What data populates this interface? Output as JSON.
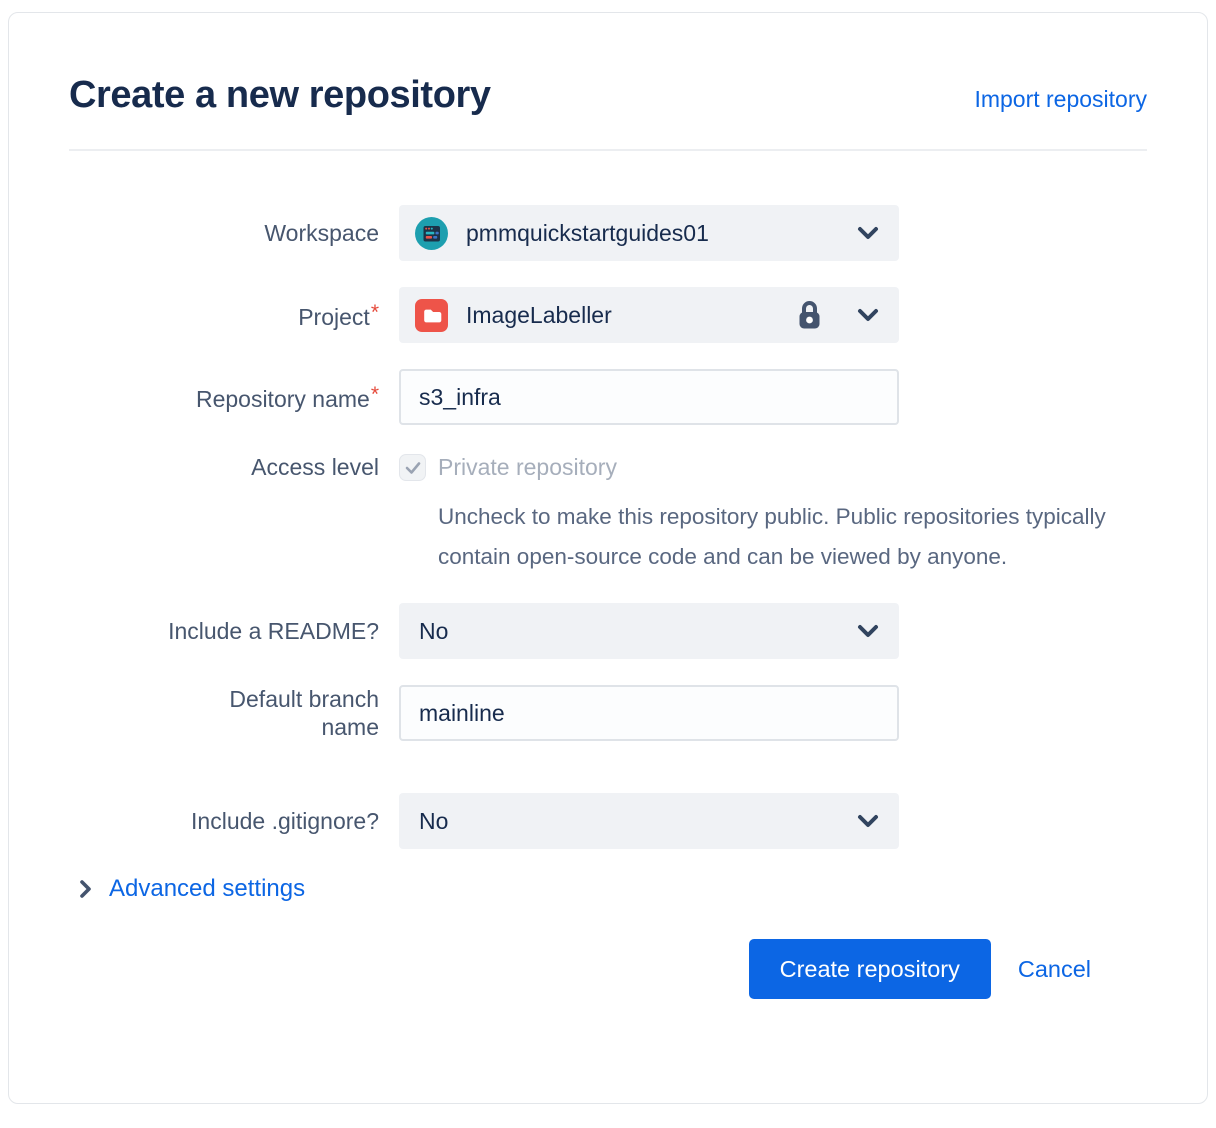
{
  "colors": {
    "accent_blue": "#0C66E4",
    "title_navy": "#172B4D",
    "label_slate": "#47566E",
    "help_slate": "#596780",
    "disabled_gray": "#A6AEBB",
    "required_red": "#E5493A",
    "workspace_avatar_teal": "#1D9FAF",
    "project_avatar_red": "#EE5449",
    "select_bg": "#F0F2F5",
    "input_border": "#DFE3E8"
  },
  "icons": {
    "workspace_avatar": "workspace-avatar-icon",
    "project_avatar": "project-avatar-icon",
    "lock": "lock-icon",
    "chevron_down": "chevron-down-icon",
    "chevron_right": "chevron-right-icon",
    "checkmark": "checkmark-icon"
  },
  "header": {
    "title": "Create a new repository",
    "import_link": "Import repository"
  },
  "form": {
    "required_marker": "*",
    "workspace": {
      "label": "Workspace",
      "value": "pmmquickstartguides01"
    },
    "project": {
      "label": "Project",
      "required": true,
      "value": "ImageLabeller",
      "locked": true
    },
    "repository_name": {
      "label": "Repository name",
      "required": true,
      "value": "s3_infra"
    },
    "access_level": {
      "label": "Access level",
      "checkbox_label": "Private repository",
      "checked": true,
      "disabled": true,
      "help_text": "Uncheck to make this repository public. Public repositories typically contain open-source code and can be viewed by anyone."
    },
    "include_readme": {
      "label": "Include a README?",
      "value": "No"
    },
    "default_branch": {
      "label": "Default branch name",
      "value": "mainline"
    },
    "include_gitignore": {
      "label": "Include .gitignore?",
      "value": "No"
    }
  },
  "advanced_settings": {
    "label": "Advanced settings"
  },
  "footer": {
    "create_label": "Create repository",
    "cancel_label": "Cancel"
  }
}
